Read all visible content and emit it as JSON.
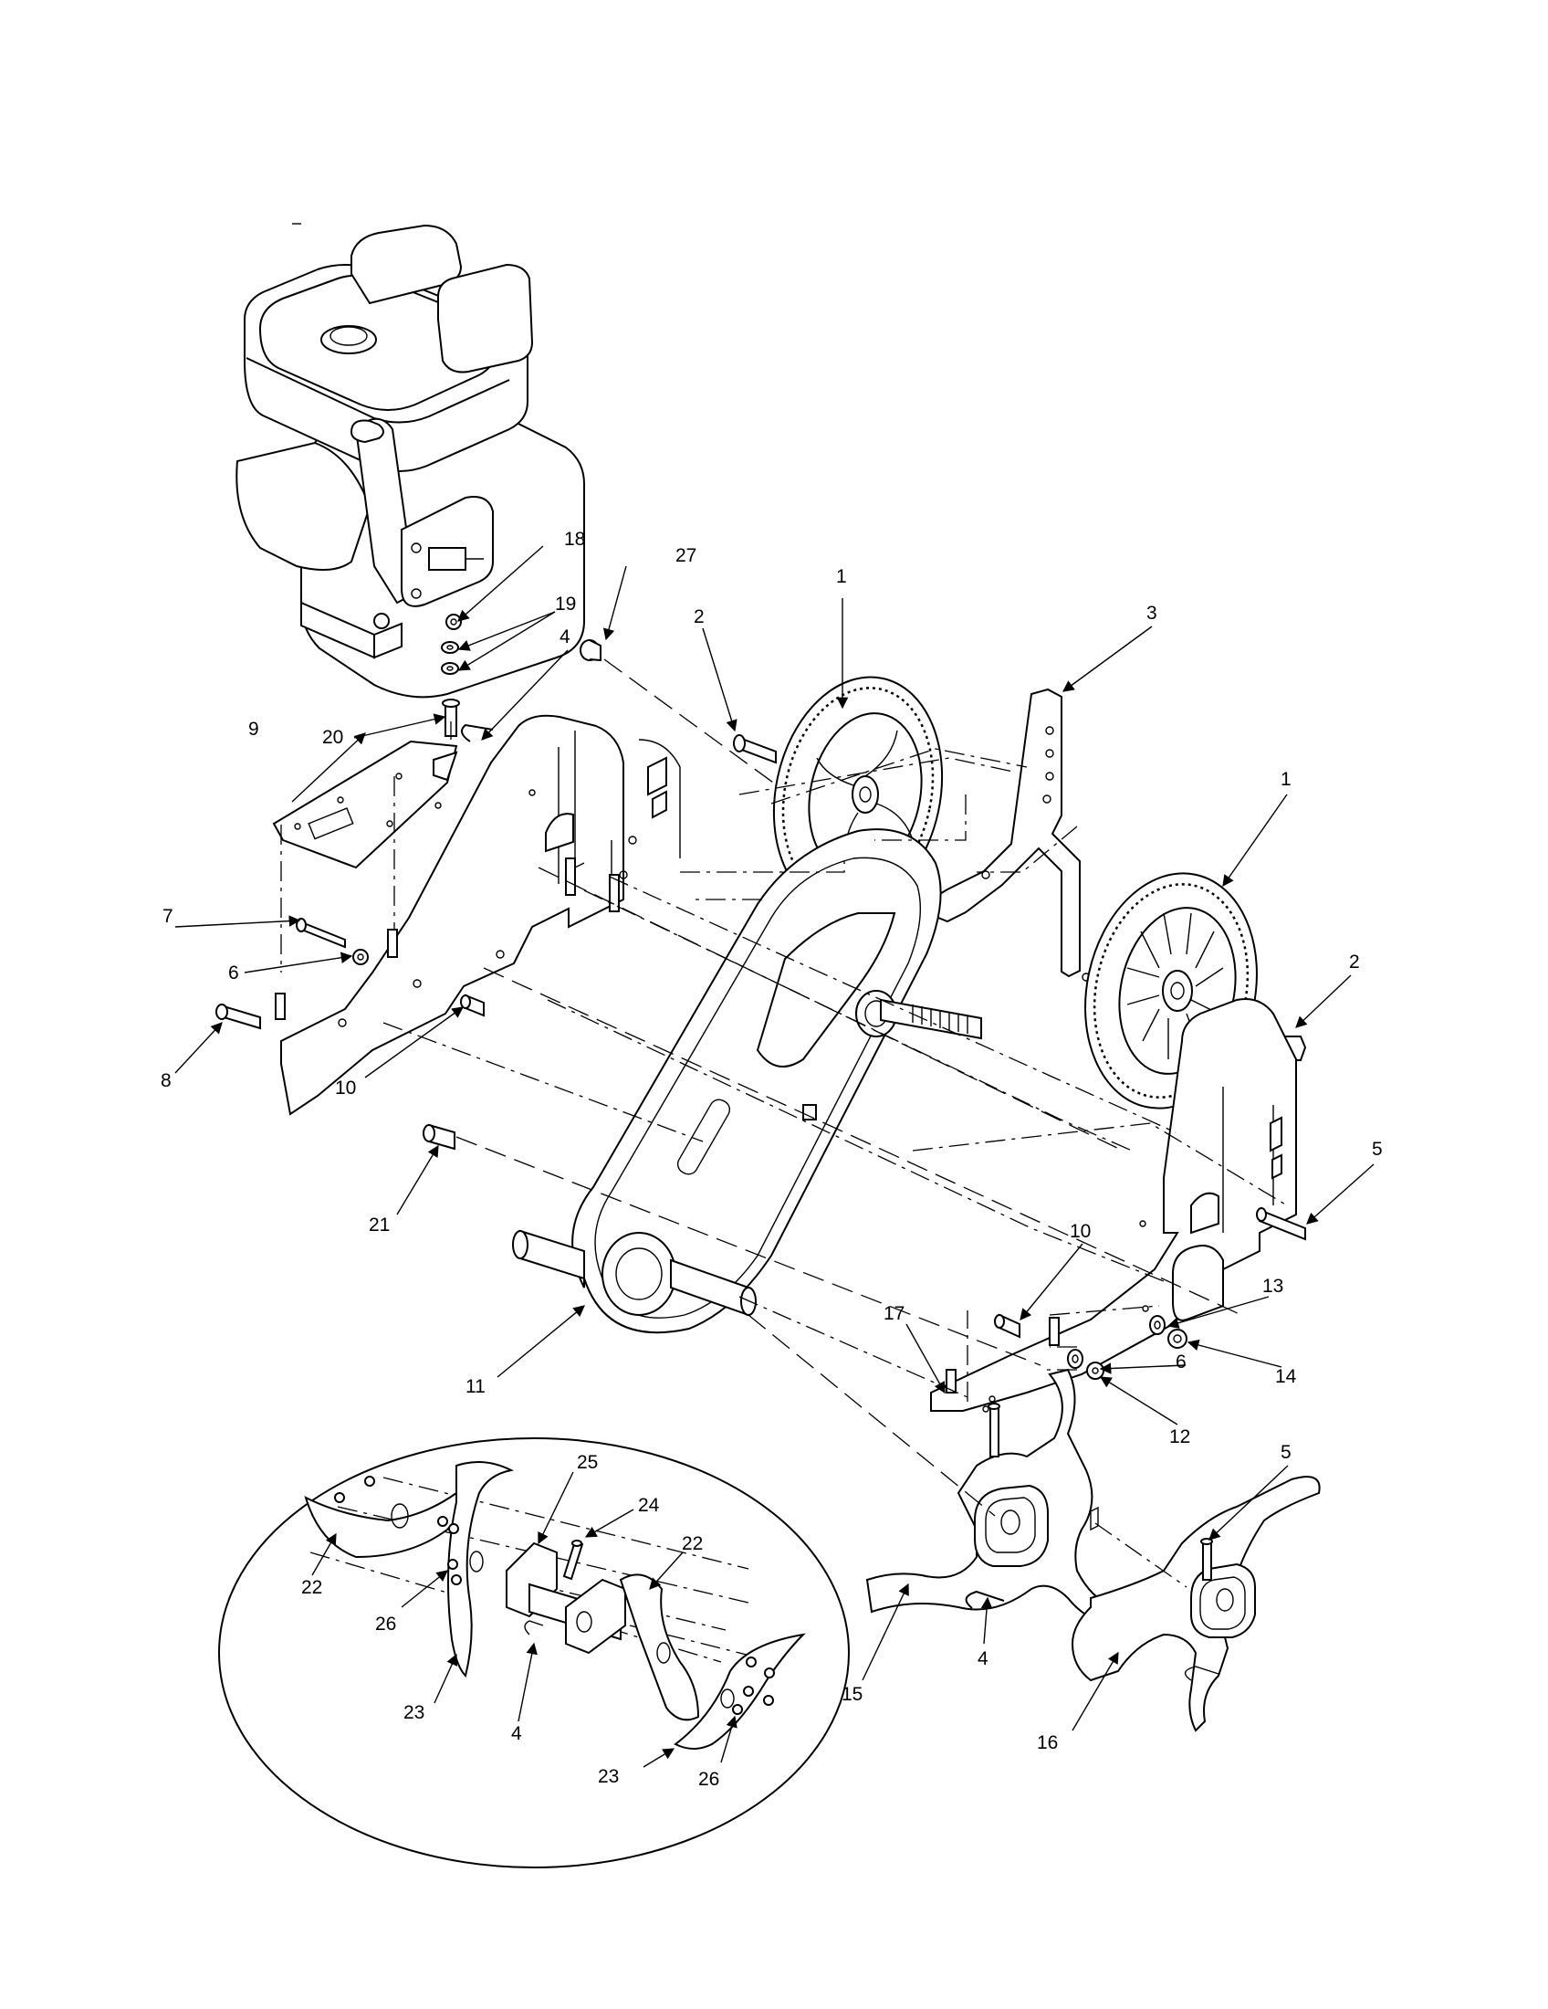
{
  "labels": {
    "l1a": "1",
    "l1b": "1",
    "l2a": "2",
    "l2b": "2",
    "l3": "3",
    "l4a": "4",
    "l4b": "4",
    "l4c": "4",
    "l5a": "5",
    "l5b": "5",
    "l6a": "6",
    "l6b": "6",
    "l7": "7",
    "l8": "8",
    "l9": "9",
    "l10a": "10",
    "l10b": "10",
    "l11": "11",
    "l12": "12",
    "l13": "13",
    "l14": "14",
    "l15": "15",
    "l16": "16",
    "l17": "17",
    "l18": "18",
    "l19": "19",
    "l20": "20",
    "l21": "21",
    "l22a": "22",
    "l22b": "22",
    "l23a": "23",
    "l23b": "23",
    "l24": "24",
    "l25": "25",
    "l26a": "26",
    "l26b": "26",
    "l27": "27"
  }
}
